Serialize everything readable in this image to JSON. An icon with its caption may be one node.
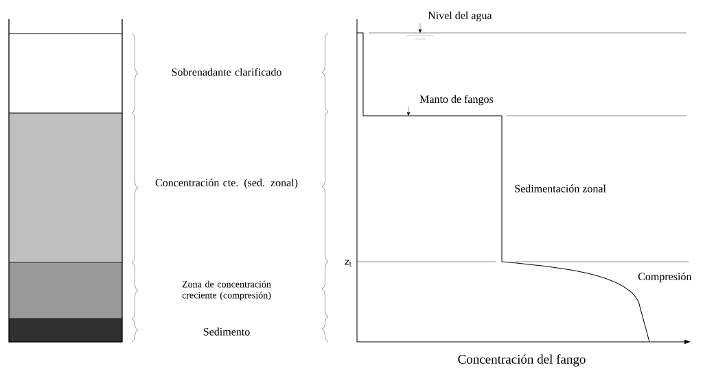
{
  "diagram": {
    "labels": [
      "Nivel del agua",
      "Sobrenadante clarificado",
      "Manto de fangos",
      "Concentración cte. (sed. zonal)",
      "Sedimentación zonal",
      "z$_{t}$",
      "Zona de concentración creciente (compresión)",
      "Compresión",
      "Sedimento",
      "Concentración del fango"
    ]
  }
}
